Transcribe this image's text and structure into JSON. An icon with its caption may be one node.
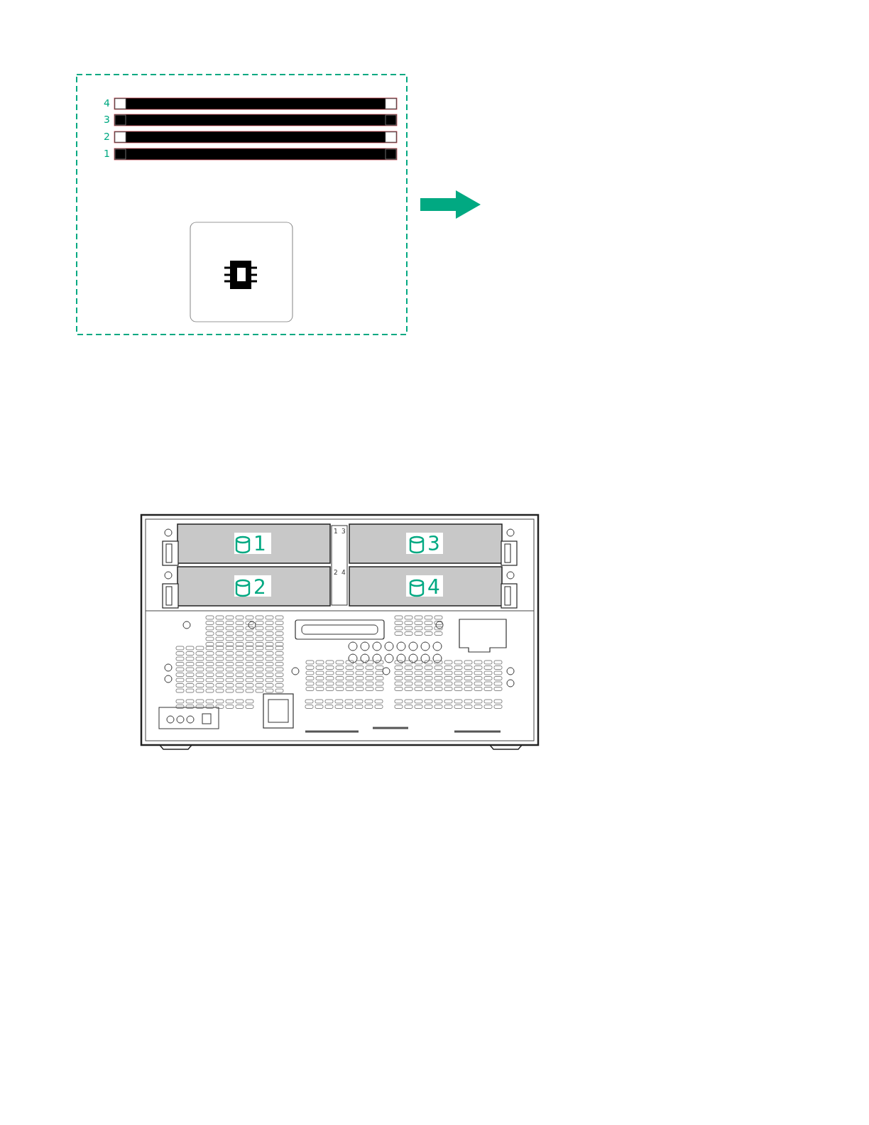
{
  "diagram": {
    "labels": [
      "4",
      "3",
      "2",
      "1",
      "1",
      "1",
      "3",
      "3",
      "2",
      "2",
      "4",
      "4"
    ]
  }
}
